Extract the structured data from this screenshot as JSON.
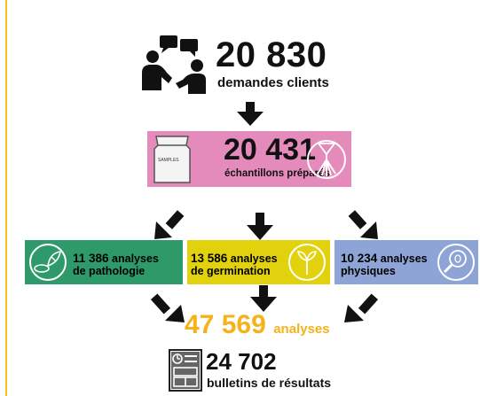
{
  "colors": {
    "accent_line": "#f3c31a",
    "prepared_box": "#e58bbb",
    "pathology_box": "#2e9a6a",
    "germination_box": "#e1d20d",
    "physical_box": "#8ea4d7",
    "analyses_total": "#f5b21a"
  },
  "icons": {
    "clients": "people-conversation-icon",
    "samples": "samples-bag-icon",
    "preparation": "seed-sorter-icon",
    "pathology": "petri-dish-leaf-icon",
    "germination": "seedling-icon",
    "physical": "magnifier-seed-icon",
    "bulletins": "report-document-icon"
  },
  "requests": {
    "value": "20 830",
    "label": "demandes clients"
  },
  "samples": {
    "value": "20 431",
    "label": "échantillons préparés",
    "bag_text": "SAMPLES"
  },
  "pathology": {
    "value": "11 386",
    "line1": "analyses",
    "line2": "de pathologie"
  },
  "germination": {
    "value": "13 586",
    "line1": "analyses",
    "line2": "de germination"
  },
  "physical": {
    "value": "10 234",
    "line1": "analyses",
    "line2": "physiques"
  },
  "total": {
    "value": "47 569",
    "label": "analyses"
  },
  "bulletins": {
    "value": "24 702",
    "label": "bulletins de résultats"
  }
}
